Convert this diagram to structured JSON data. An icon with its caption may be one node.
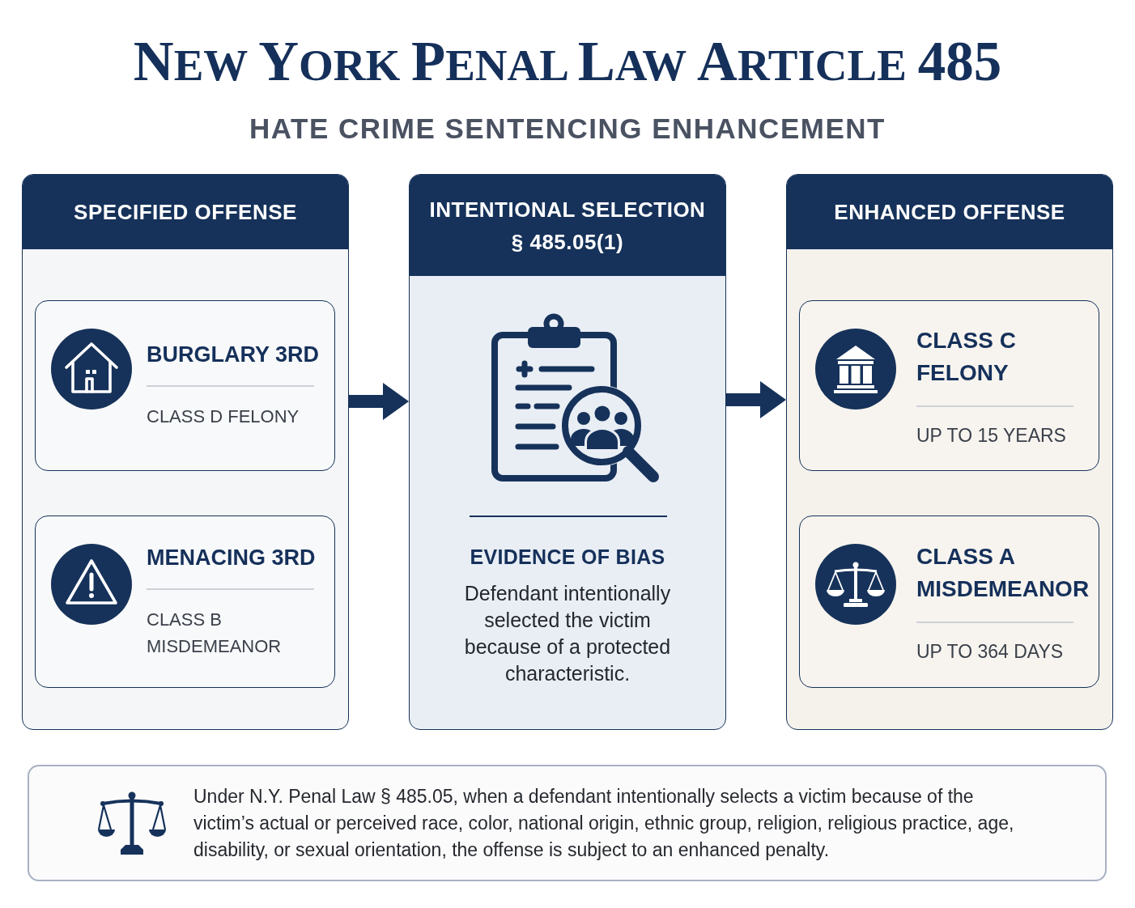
{
  "diagram": {
    "title": "NEW YORK PENAL LAW ARTICLE 485",
    "nodes": [
      {
        "text": [
          "SPECIFIED OFFENSE"
        ]
      },
      {
        "text": [
          "BURGLARY 3RD",
          "CLASS D FELONY"
        ],
        "in": 0
      },
      {
        "text": [
          "MENACING 3RD",
          "CLASS B MISDEMEANOR"
        ],
        "in": 0
      },
      {
        "text": [
          "INTENTIONAL SELECTION",
          "§ 485.05(1)",
          "EVIDENCE OF BIAS",
          "Defendant intentionally selected the victim because of a protected characteristic."
        ]
      },
      {
        "text": [
          "ENHANCED OFFENSE"
        ]
      },
      {
        "text": [
          "CLASS C FELONY",
          "UP TO 15 YEARS"
        ],
        "in": 4
      },
      {
        "text": [
          "CLASS A MISDEMEANOR",
          "UP TO 364 DAYS"
        ],
        "in": 4
      },
      {
        "text": [
          "Under N.Y. Penal Law § 485.05, when a defendant intentionally selects a victim because of the victim’s actual or perceived race, color, national origin, ethnic group, religion, religious practice, age, disability, or sexual orientation, the offense is subject to an enhanced penalty."
        ]
      }
    ],
    "edges": [
      {
        "from": 0,
        "to": 3,
        "arrow": "to"
      },
      {
        "from": 3,
        "to": 4,
        "arrow": "to"
      }
    ],
    "labels": [
      "HATE CRIME SENTENCING ENHANCEMENT"
    ]
  }
}
